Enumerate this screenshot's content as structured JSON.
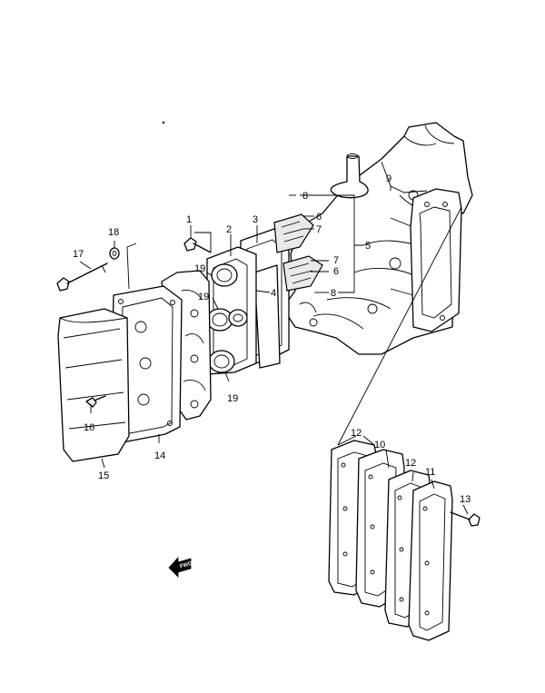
{
  "callouts": {
    "c1": "1",
    "c2": "2",
    "c3": "3",
    "c4": "4",
    "c5": "5",
    "c6a": "6",
    "c6b": "6",
    "c7a": "7",
    "c7b": "7",
    "c8a": "8",
    "c8b": "8",
    "c9": "9",
    "c10": "10",
    "c11": "11",
    "c12a": "12",
    "c12b": "12",
    "c13": "13",
    "c14": "14",
    "c15": "15",
    "c16": "16",
    "c17": "17",
    "c18": "18",
    "c19a": "19",
    "c19b": "19",
    "c19c": "19"
  },
  "fwd_label": "FWD",
  "icons": {
    "forward_arrow": "fwd-arrow-icon"
  }
}
